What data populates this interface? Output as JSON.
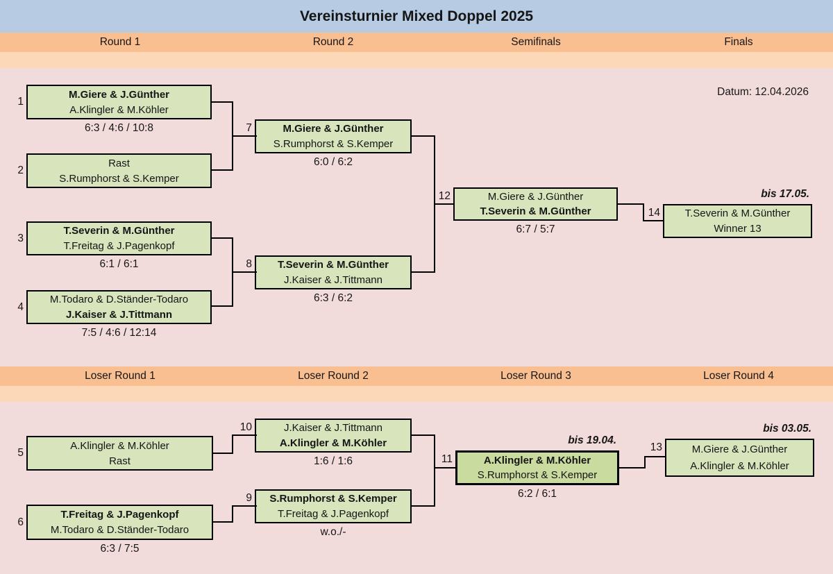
{
  "title": "Vereinsturnier Mixed Doppel 2025",
  "date_label": "Datum: 12.04.2026",
  "winner_headers": [
    "Round 1",
    "Round 2",
    "Semifinals",
    "Finals"
  ],
  "loser_headers": [
    "Loser Round 1",
    "Loser Round 2",
    "Loser Round 3",
    "Loser Round 4"
  ],
  "colors": {
    "title_bar": "#b7cce2",
    "header_band": "#f9bf90",
    "subheader_band": "#fcd8b8",
    "background": "#f2dcdb",
    "box_fill": "#d7e4bc",
    "box_fill_highlight": "#c9db9e",
    "line": "#000000"
  },
  "matches": [
    {
      "no": "1",
      "team1": "M.Giere & J.Günther",
      "team2": "A.Klingler & M.Köhler",
      "winner": 1,
      "score": "6:3 / 4:6 / 10:8",
      "note": "",
      "highlight": false
    },
    {
      "no": "2",
      "team1": "Rast",
      "team2": "S.Rumphorst & S.Kemper",
      "winner": 0,
      "score": "",
      "note": "",
      "highlight": false
    },
    {
      "no": "3",
      "team1": "T.Severin & M.Günther",
      "team2": "T.Freitag & J.Pagenkopf",
      "winner": 1,
      "score": "6:1 / 6:1",
      "note": "",
      "highlight": false
    },
    {
      "no": "4",
      "team1": "M.Todaro & D.Ständer-Todaro",
      "team2": "J.Kaiser & J.Tittmann",
      "winner": 2,
      "score": "7:5 / 4:6 / 12:14",
      "note": "",
      "highlight": false
    },
    {
      "no": "5",
      "team1": "A.Klingler & M.Köhler",
      "team2": "Rast",
      "winner": 0,
      "score": "",
      "note": "",
      "highlight": false
    },
    {
      "no": "6",
      "team1": "T.Freitag & J.Pagenkopf",
      "team2": "M.Todaro & D.Ständer-Todaro",
      "winner": 1,
      "score": "6:3 / 7:5",
      "note": "",
      "highlight": false
    },
    {
      "no": "7",
      "team1": "M.Giere & J.Günther",
      "team2": "S.Rumphorst & S.Kemper",
      "winner": 1,
      "score": "6:0 / 6:2",
      "note": "",
      "highlight": false
    },
    {
      "no": "8",
      "team1": "T.Severin & M.Günther",
      "team2": "J.Kaiser & J.Tittmann",
      "winner": 1,
      "score": "6:3 / 6:2",
      "note": "",
      "highlight": false
    },
    {
      "no": "9",
      "team1": "S.Rumphorst & S.Kemper",
      "team2": "T.Freitag & J.Pagenkopf",
      "winner": 1,
      "score": "w.o./-",
      "note": "",
      "highlight": false
    },
    {
      "no": "10",
      "team1": "J.Kaiser & J.Tittmann",
      "team2": "A.Klingler & M.Köhler",
      "winner": 2,
      "score": "1:6 / 1:6",
      "note": "",
      "highlight": false
    },
    {
      "no": "11",
      "team1": "A.Klingler & M.Köhler",
      "team2": "S.Rumphorst & S.Kemper",
      "winner": 1,
      "score": "6:2 / 6:1",
      "note": "bis 19.04.",
      "highlight": true
    },
    {
      "no": "12",
      "team1": "M.Giere & J.Günther",
      "team2": "T.Severin & M.Günther",
      "winner": 2,
      "score": "6:7 / 5:7",
      "note": "",
      "highlight": false
    },
    {
      "no": "13",
      "team1": "M.Giere & J.Günther",
      "team2": "A.Klingler & M.Köhler",
      "winner": 0,
      "score": "",
      "note": "bis 03.05.",
      "highlight": false
    },
    {
      "no": "14",
      "team1": "T.Severin & M.Günther",
      "team2": "Winner 13",
      "winner": 0,
      "score": "",
      "note": "bis 17.05.",
      "highlight": false
    }
  ]
}
